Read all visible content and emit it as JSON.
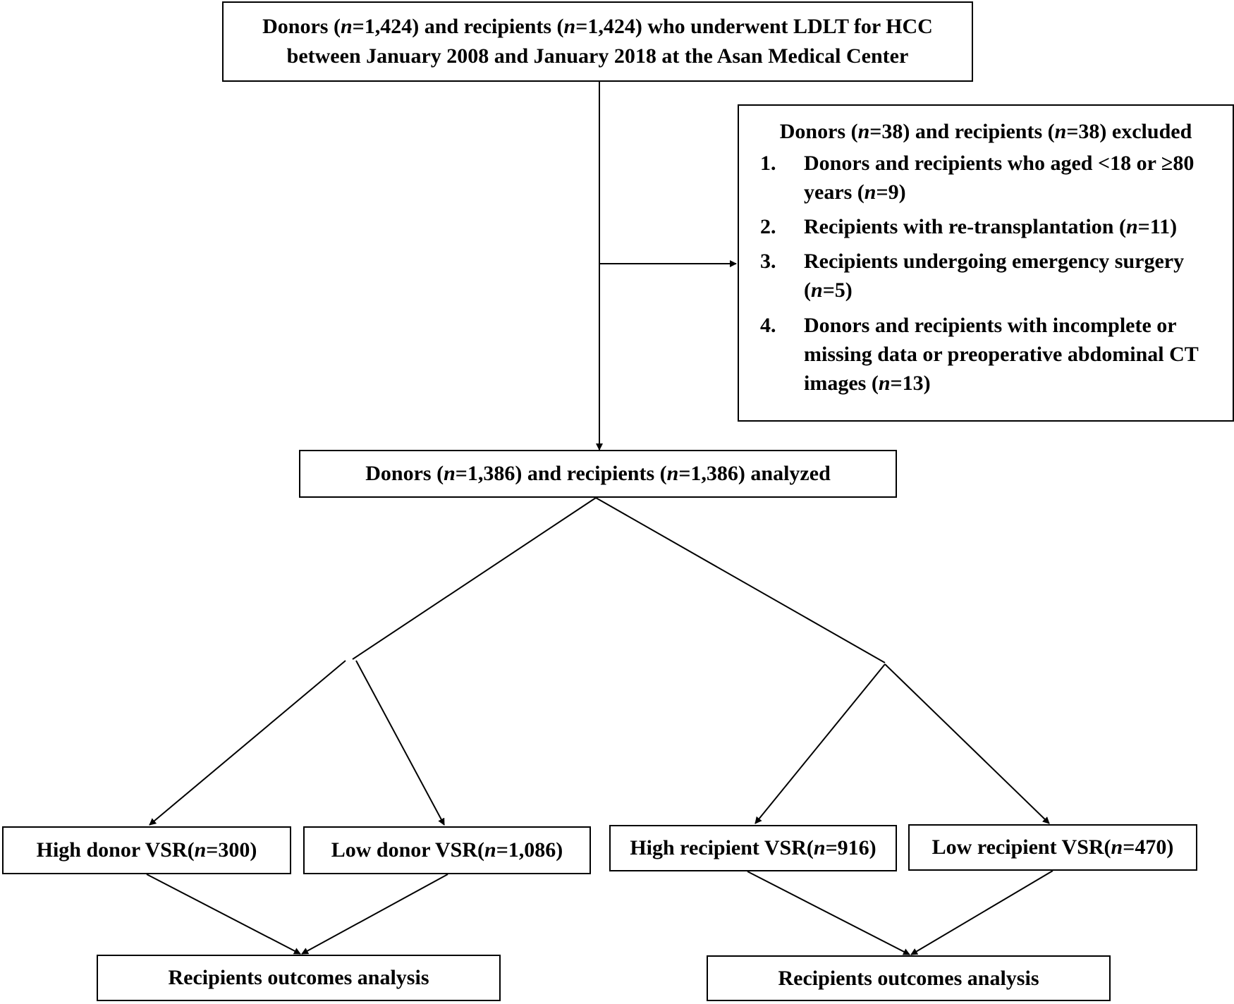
{
  "boxes": {
    "start": {
      "line1": {
        "p1": "Donors (",
        "n1": "n",
        "p2": "=1,424) and recipients (",
        "n2": "n",
        "p3": "=1,424) who underwent LDLT for HCC"
      },
      "line2": "between January 2008 and January 2018 at the Asan Medical Center"
    },
    "excluded": {
      "header": {
        "p1": "Donors (",
        "n1": "n",
        "p2": "=38) and recipients (",
        "n2": "n",
        "p3": "=38) excluded"
      },
      "items": [
        {
          "num": "1.",
          "text": "Donors and recipients who aged <18 or ≥80 years (",
          "n": "n",
          "tail": "=9)"
        },
        {
          "num": "2.",
          "text": "Recipients with re-transplantation (",
          "n": "n",
          "tail": "=11)"
        },
        {
          "num": "3.",
          "text": "Recipients undergoing emergency surgery (",
          "n": "n",
          "tail": "=5)"
        },
        {
          "num": "4.",
          "text": "Donors and recipients with incomplete or missing data or preoperative abdominal CT images (",
          "n": "n",
          "tail": "=13)"
        }
      ]
    },
    "analyzed": {
      "p1": "Donors (",
      "n1": "n",
      "p2": "=1,386) and recipients (",
      "n2": "n",
      "p3": "=1,386) analyzed"
    },
    "high_donor": {
      "p1": "High donor VSR(",
      "n": "n",
      "p2": "=300)"
    },
    "low_donor": {
      "p1": "Low donor VSR(",
      "n": "n",
      "p2": "=1,086)"
    },
    "high_recipient": {
      "p1": "High recipient VSR(",
      "n": "n",
      "p2": "=916)"
    },
    "low_recipient": {
      "p1": "Low recipient VSR(",
      "n": "n",
      "p2": "=470)"
    },
    "outcome_left": "Recipients outcomes analysis",
    "outcome_right": "Recipients outcomes analysis"
  },
  "colors": {
    "line": "#000000",
    "background": "#ffffff",
    "text": "#000000"
  }
}
